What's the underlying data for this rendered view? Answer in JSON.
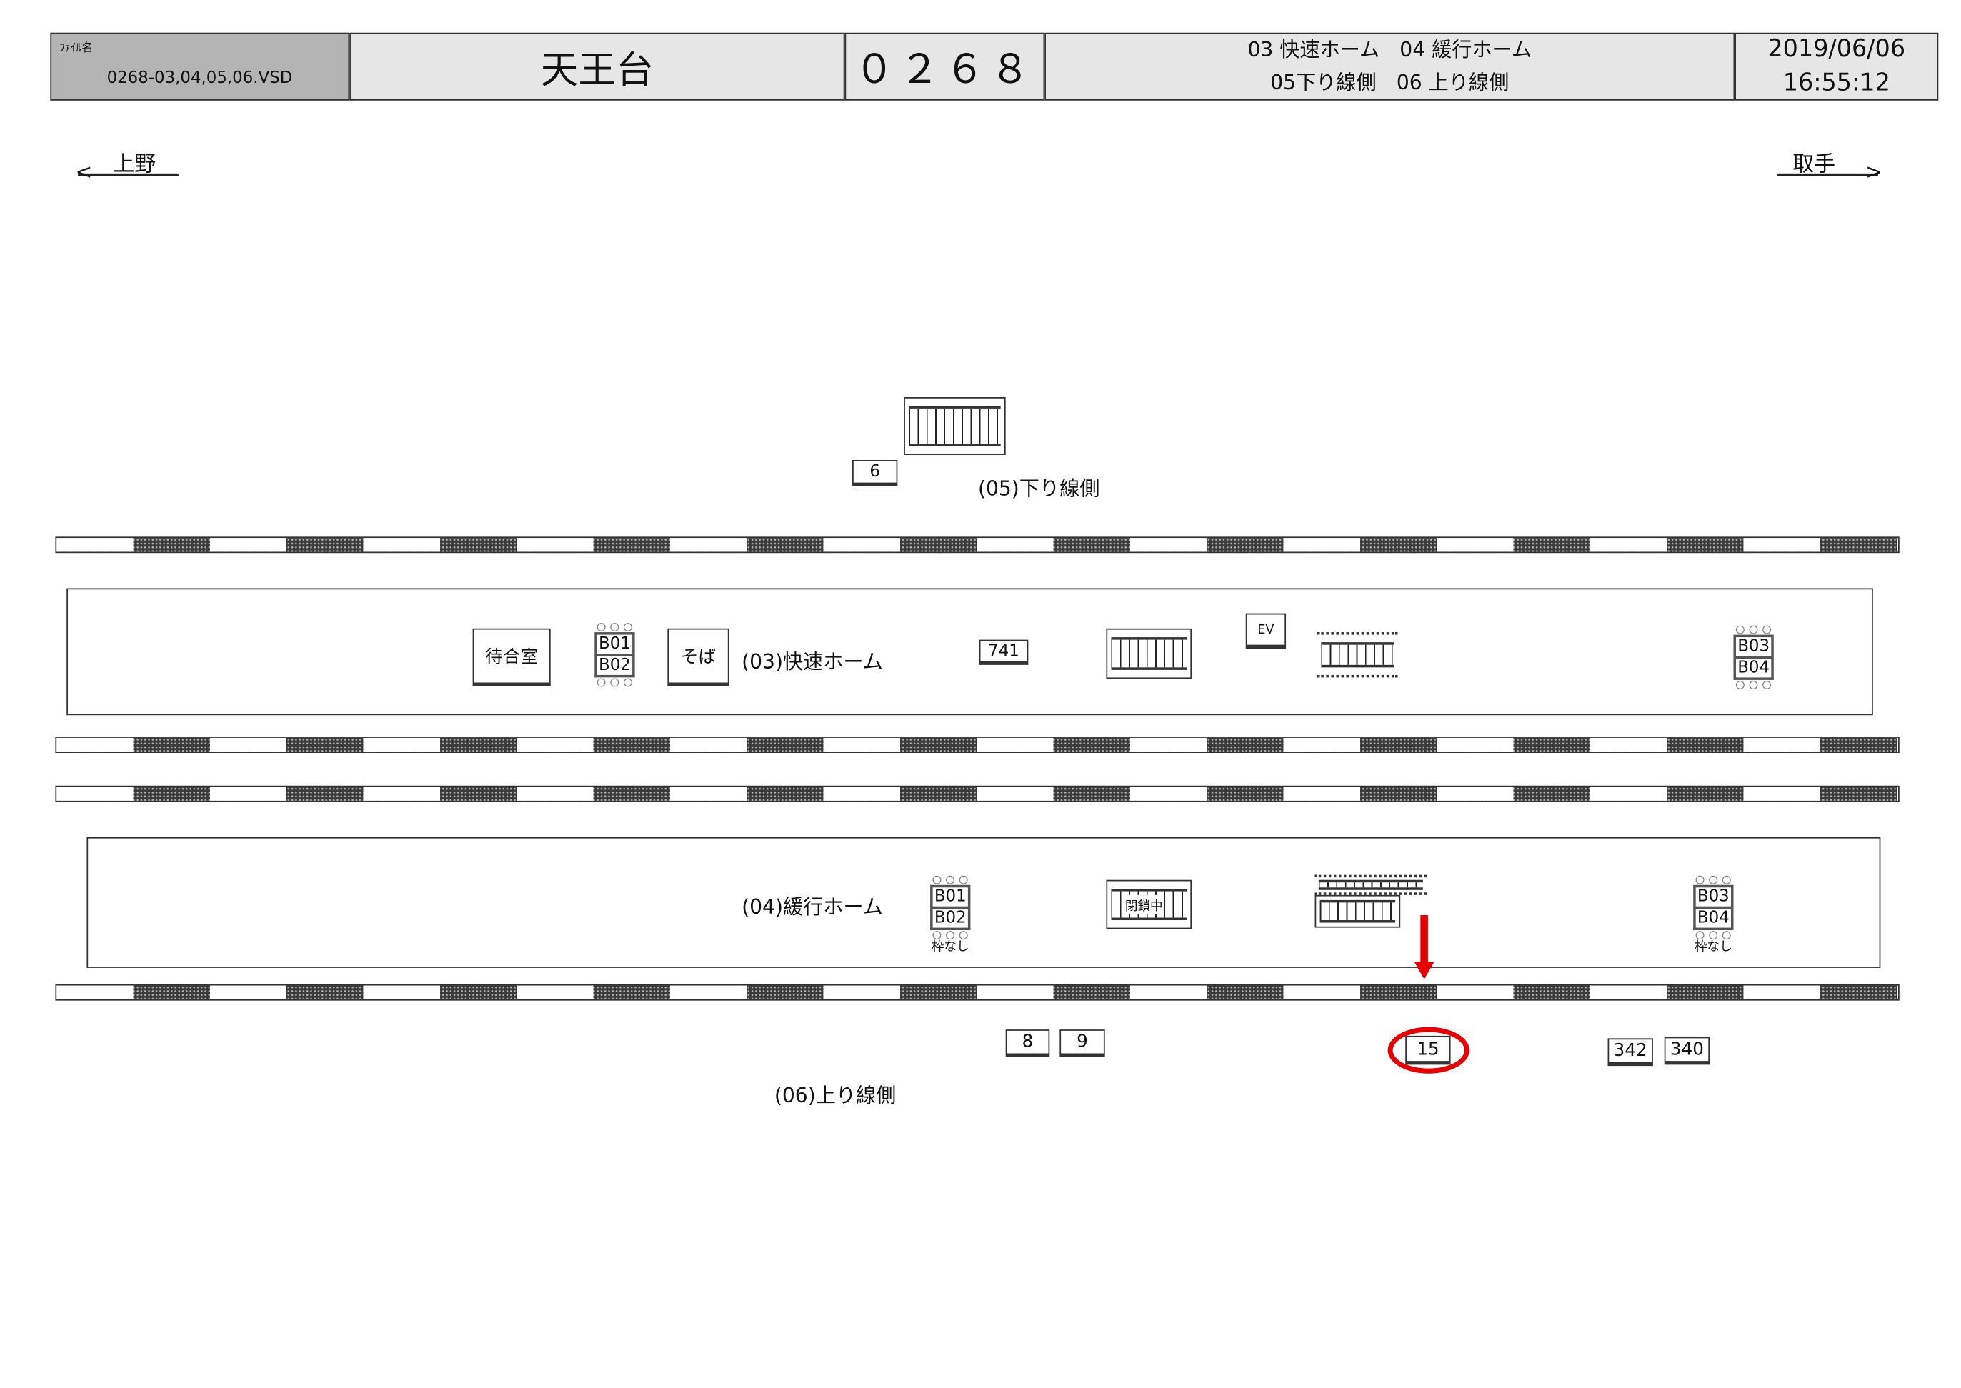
{
  "header": {
    "file_label": "ﾌｧｲﾙ名",
    "file_name": "0268-03,04,05,06.VSD",
    "station_name": "天王台",
    "station_code": "０２６８",
    "lines_row1": "03 快速ホーム　04 緩行ホーム",
    "lines_row2": "05下り線側　06 上り線側",
    "date": "2019/06/06",
    "time": "16:55:12"
  },
  "directions": {
    "left": "上野",
    "right": "取手"
  },
  "labels": {
    "track05": "(05)下り線側",
    "platform03": "(03)快速ホーム",
    "platform04": "(04)緩行ホーム",
    "track06": "(06)上り線側"
  },
  "platform03": {
    "waiting_room": "待合室",
    "soba": "そば",
    "ad_741": "741",
    "ev": "EV",
    "bench1": [
      "B01",
      "B02"
    ],
    "bench2": [
      "B03",
      "B04"
    ]
  },
  "platform04": {
    "closed": "閉鎖中",
    "bench1": [
      "B01",
      "B02"
    ],
    "bench1_note": "枠なし",
    "bench2": [
      "B03",
      "B04"
    ],
    "bench2_note": "枠なし"
  },
  "track05_boards": [
    "6"
  ],
  "track06_boards": [
    "8",
    "9",
    "15",
    "342",
    "340"
  ],
  "highlight": {
    "board": "15",
    "color": "#e60000"
  }
}
